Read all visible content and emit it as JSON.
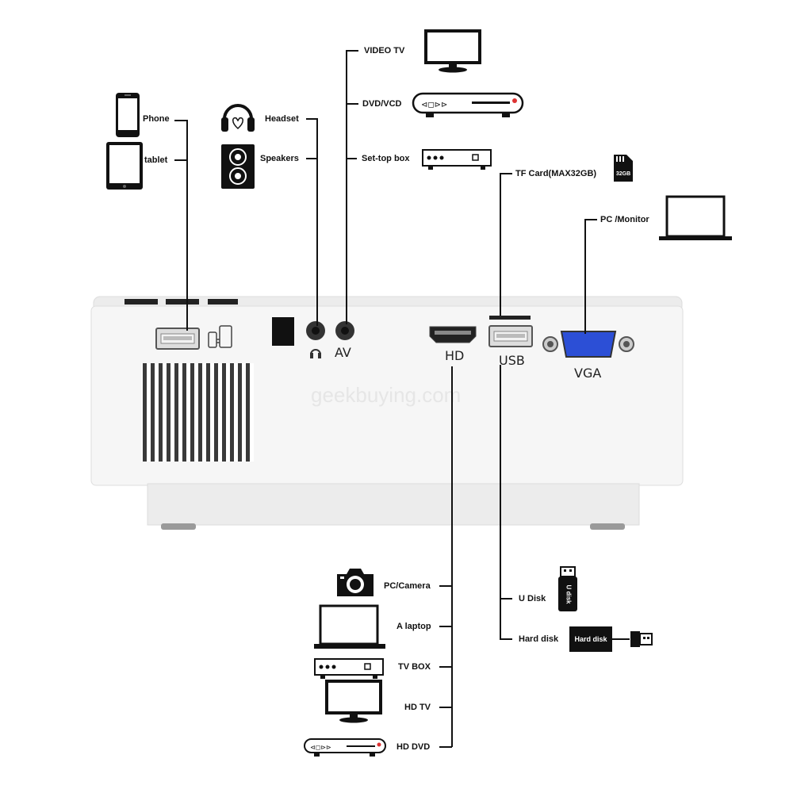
{
  "left_group": {
    "phone_label": "Phone",
    "tablet_label": "tablet"
  },
  "audio_group": {
    "headset_label": "Headset",
    "speakers_label": "Speakers"
  },
  "av_group": {
    "video_tv_label": "VIDEO TV",
    "dvd_vcd_label": "DVD/VCD",
    "settop_label": "Set-top box"
  },
  "usb_top_group": {
    "tf_card_label": "TF Card(MAX32GB)",
    "tf_card_text": "32GB"
  },
  "vga_group": {
    "pc_monitor_label": "PC /Monitor"
  },
  "hdmi_group": {
    "pc_camera_label": "PC/Camera",
    "laptop_label": "A laptop",
    "tv_box_label": "TV BOX",
    "hd_tv_label": "HD TV",
    "hd_dvd_label": "HD DVD"
  },
  "usb_bottom_group": {
    "u_disk_label": "U Disk",
    "u_disk_text": "U disk",
    "hard_disk_label": "Hard disk",
    "hard_disk_text": "Hard disk"
  },
  "projector": {
    "port_av": "AV",
    "port_hd": "HD",
    "port_usb": "USB",
    "port_vga": "VGA",
    "watermark": "geekbuying.com"
  },
  "colors": {
    "line": "#111111",
    "body": "#f4f4f4",
    "vga_blue": "#2c4fd6"
  }
}
